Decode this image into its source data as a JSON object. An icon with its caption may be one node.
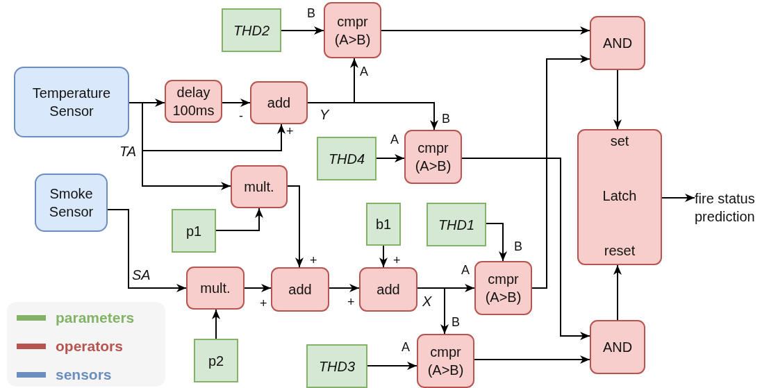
{
  "diagram": {
    "nodes": [
      {
        "text": [
          "THD2"
        ]
      },
      {
        "text": [
          "cmpr (A>B)"
        ]
      },
      {
        "text": [
          "AND"
        ]
      },
      {
        "text": [
          "Temperature Sensor"
        ]
      },
      {
        "text": [
          "delay 100ms"
        ]
      },
      {
        "text": [
          "add"
        ]
      },
      {
        "text": [
          "THD4"
        ]
      },
      {
        "text": [
          "cmpr (A>B)"
        ]
      },
      {
        "text": [
          "set",
          "Latch",
          "reset"
        ]
      },
      {
        "text": [
          "fire status prediction"
        ]
      },
      {
        "text": [
          "mult."
        ]
      },
      {
        "text": [
          "Smoke Sensor"
        ]
      },
      {
        "text": [
          "p1"
        ]
      },
      {
        "text": [
          "b1"
        ]
      },
      {
        "text": [
          "THD1"
        ]
      },
      {
        "text": [
          "mult."
        ]
      },
      {
        "text": [
          "add"
        ]
      },
      {
        "text": [
          "add"
        ]
      },
      {
        "text": [
          "cmpr (A>B)"
        ]
      },
      {
        "text": [
          "AND"
        ]
      },
      {
        "text": [
          "p2"
        ]
      },
      {
        "text": [
          "THD3"
        ]
      },
      {
        "text": [
          "cmpr (A>B)"
        ]
      }
    ],
    "edges": [
      {
        "from": 0,
        "to": 1,
        "arrow": "to"
      },
      {
        "from": 5,
        "to": 1,
        "arrow": "to"
      },
      {
        "from": 1,
        "to": 2,
        "arrow": "to"
      },
      {
        "from": 3,
        "to": 4,
        "arrow": "to"
      },
      {
        "from": 4,
        "to": 5,
        "arrow": "to"
      },
      {
        "from": 3,
        "to": 5,
        "arrow": "to"
      },
      {
        "from": 5,
        "to": 7,
        "arrow": "to"
      },
      {
        "from": 6,
        "to": 7,
        "arrow": "to"
      },
      {
        "from": 7,
        "to": 19,
        "arrow": "to"
      },
      {
        "from": 2,
        "to": 8,
        "arrow": "to"
      },
      {
        "from": 8,
        "to": 9,
        "arrow": "to"
      },
      {
        "from": 3,
        "to": 10,
        "arrow": "to"
      },
      {
        "from": 10,
        "to": 16,
        "arrow": "to"
      },
      {
        "from": 12,
        "to": 10,
        "arrow": "to"
      },
      {
        "from": 11,
        "to": 15,
        "arrow": "to"
      },
      {
        "from": 15,
        "to": 16,
        "arrow": "to"
      },
      {
        "from": 20,
        "to": 15,
        "arrow": "to"
      },
      {
        "from": 16,
        "to": 17,
        "arrow": "to"
      },
      {
        "from": 13,
        "to": 17,
        "arrow": "to"
      },
      {
        "from": 17,
        "to": 18,
        "arrow": "to"
      },
      {
        "from": 17,
        "to": 22,
        "arrow": "to"
      },
      {
        "from": 14,
        "to": 18,
        "arrow": "to"
      },
      {
        "from": 18,
        "to": 2,
        "arrow": "to"
      },
      {
        "from": 21,
        "to": 22,
        "arrow": "to"
      },
      {
        "from": 22,
        "to": 19,
        "arrow": "to"
      },
      {
        "from": 19,
        "to": 8,
        "arrow": "to"
      }
    ],
    "labels": [
      "B",
      "A",
      "-",
      "Y",
      "+",
      "A",
      "B",
      "TA",
      "+",
      "SA",
      "+",
      "B",
      "A",
      "+",
      "+",
      "X",
      "B",
      "A"
    ],
    "legend": [
      {
        "text": "parameters",
        "color": "#82b366"
      },
      {
        "text": "operators",
        "color": "#b85450"
      },
      {
        "text": "sensors",
        "color": "#6c8ebf"
      }
    ]
  }
}
